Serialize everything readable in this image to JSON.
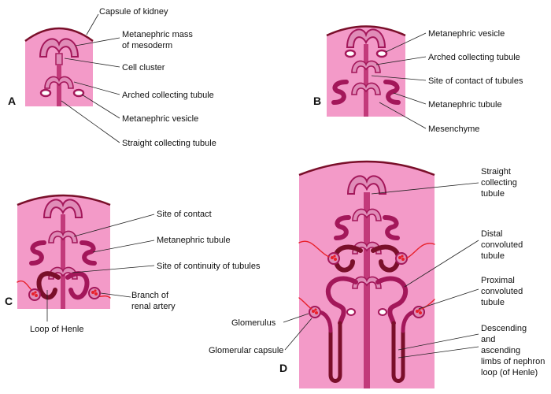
{
  "colors": {
    "tissue": "#f39ac8",
    "capsule": "#7a0f2a",
    "tubule_wall": "#a3175a",
    "tubule_fill": "#e08cb8",
    "dark_tubule": "#7a0f2a",
    "artery": "#e8202a",
    "cell": "#c23a7a"
  },
  "panels": {
    "A": {
      "letter": "A",
      "labels": {
        "capsule": "Capsule of kidney",
        "mass1": "Metanephric mass",
        "mass2": "of mesoderm",
        "cluster": "Cell cluster",
        "arched": "Arched collecting tubule",
        "vesicle": "Metanephric vesicle",
        "straight": "Straight collecting tubule"
      }
    },
    "B": {
      "letter": "B",
      "labels": {
        "vesicle": "Metanephric vesicle",
        "arched": "Arched collecting tubule",
        "contact": "Site of contact of tubules",
        "tubule": "Metanephric tubule",
        "mesenchyme": "Mesenchyme"
      }
    },
    "C": {
      "letter": "C",
      "labels": {
        "contact": "Site of contact",
        "tubule": "Metanephric tubule",
        "continuity": "Site of continuity of tubules",
        "artery1": "Branch of",
        "artery2": "renal artery",
        "henle": "Loop of Henle"
      }
    },
    "D": {
      "letter": "D",
      "labels": {
        "straight1": "Straight",
        "straight2": "collecting",
        "straight3": "tubule",
        "distal1": "Distal",
        "distal2": "convoluted",
        "distal3": "tubule",
        "proximal1": "Proximal",
        "proximal2": "convoluted",
        "proximal3": "tubule",
        "glomerulus": "Glomerulus",
        "capsule": "Glomerular capsule",
        "limbs1": "Descending",
        "limbs2": "and",
        "limbs3": "ascending",
        "limbs4": "limbs of nephron",
        "limbs5": "loop (of Henle)"
      }
    }
  }
}
